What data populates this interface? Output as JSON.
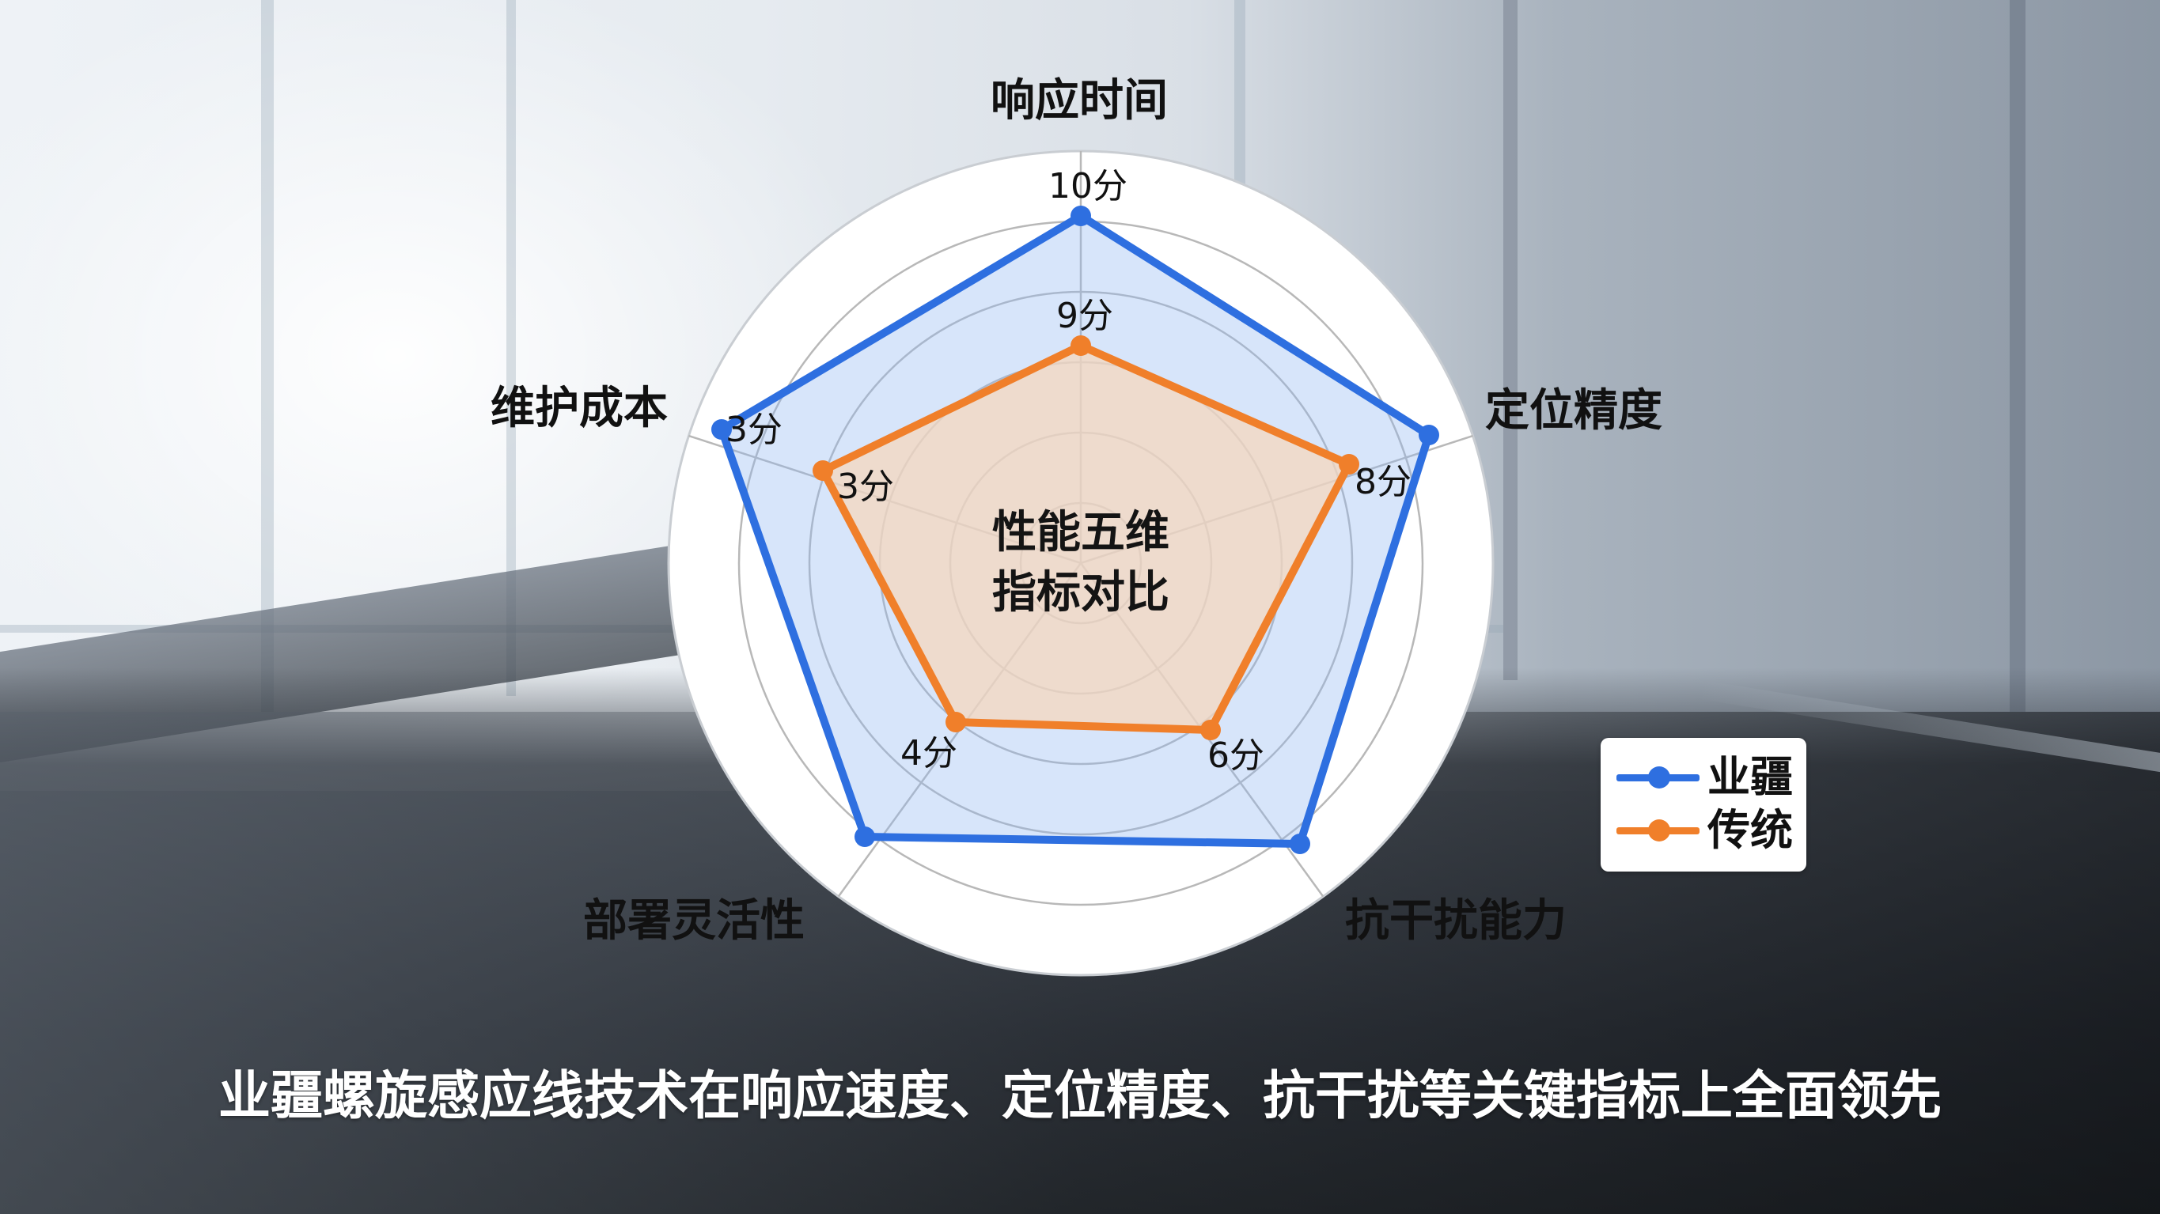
{
  "chart": {
    "center_title_line1": "性能五维",
    "center_title_line2": "指标对比",
    "axes": [
      {
        "label": "响应时间"
      },
      {
        "label": "定位精度"
      },
      {
        "label": "抗干扰能力"
      },
      {
        "label": "部署灵活性"
      },
      {
        "label": "维护成本"
      }
    ],
    "score_labels": {
      "yejiang": [
        "10分",
        "",
        "",
        "",
        "3分"
      ],
      "traditional": [
        "9分",
        "8分",
        "6分",
        "4分",
        "3分"
      ]
    },
    "legend": [
      {
        "name": "业疆",
        "color": "#2e6fe0"
      },
      {
        "name": "传统",
        "color": "#f07f2a"
      }
    ],
    "grid_rings": 5
  },
  "caption": "业疆螺旋感应线技术在响应速度、定位精度、抗干扰等关键指标上全面领先",
  "colors": {
    "series_blue": "#2e6fe0",
    "series_blue_fill": "rgba(140,180,240,0.35)",
    "series_orange": "#f07f2a",
    "series_orange_fill": "rgba(240,190,150,0.35)",
    "grid": "#b8b8b8",
    "disk": "#ffffff"
  },
  "chart_data": {
    "type": "radar",
    "title": "性能五维指标对比",
    "categories": [
      "响应时间",
      "定位精度",
      "抗干扰能力",
      "部署灵活性",
      "维护成本"
    ],
    "series": [
      {
        "name": "业疆",
        "values": [
          10,
          null,
          null,
          null,
          3
        ],
        "note": "only 10分 and 3分 labeled; other vertices plotted near outer ring"
      },
      {
        "name": "传统",
        "values": [
          9,
          8,
          6,
          4,
          3
        ]
      }
    ],
    "data_labels": [
      {
        "series": "业疆",
        "axis": "响应时间",
        "text": "10分"
      },
      {
        "series": "业疆",
        "axis": "维护成本",
        "text": "3分"
      },
      {
        "series": "传统",
        "axis": "响应时间",
        "text": "9分"
      },
      {
        "series": "传统",
        "axis": "定位精度",
        "text": "8分"
      },
      {
        "series": "传统",
        "axis": "抗干扰能力",
        "text": "6分"
      },
      {
        "series": "传统",
        "axis": "部署灵活性",
        "text": "4分"
      },
      {
        "series": "传统",
        "axis": "维护成本",
        "text": "3分"
      }
    ],
    "legend": [
      "业疆",
      "传统"
    ],
    "legend_position": "right-bottom",
    "grid": true,
    "rings": 5,
    "caption": "业疆螺旋感应线技术在响应速度、定位精度、抗干扰等关键指标上全面领先"
  }
}
